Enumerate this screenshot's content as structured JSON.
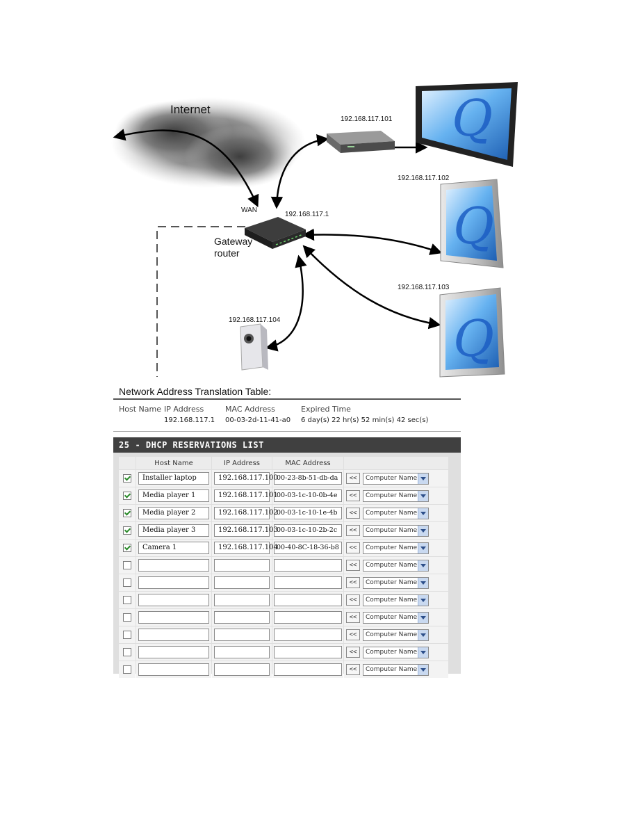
{
  "diagram": {
    "internet_label": "Internet",
    "wan_label": "WAN",
    "router_ip": "192.168.117.1",
    "gateway_label_line1": "Gateway",
    "gateway_label_line2": "router",
    "devices": [
      {
        "ip": "192.168.117.101"
      },
      {
        "ip": "192.168.117.102"
      },
      {
        "ip": "192.168.117.103"
      },
      {
        "ip": "192.168.117.104"
      }
    ],
    "colors": {
      "screen_blue": "#2f7fd6",
      "cloud_gray": "#7a7a7a"
    },
    "icons": [
      "cloud-icon",
      "router-icon",
      "media-player-icon",
      "display-icon",
      "camera-icon"
    ]
  },
  "nat": {
    "title": "Network Address Translation Table:",
    "headers": [
      "Host Name",
      "IP Address",
      "MAC Address",
      "Expired Time"
    ],
    "row": {
      "host": "",
      "ip": "192.168.117.1",
      "mac": "00-03-2d-11-41-a0",
      "expires": "6 day(s) 22 hr(s) 52 min(s) 42 sec(s)"
    }
  },
  "dhcp": {
    "section_number": "25",
    "section_title": "- DHCP RESERVATIONS LIST",
    "columns": [
      "",
      "Host Name",
      "IP Address",
      "MAC Address",
      ""
    ],
    "copy_button_label": "<<",
    "select_value": "Computer Name",
    "rows": [
      {
        "checked": true,
        "host": "Installer laptop",
        "ip": "192.168.117.100",
        "mac": "00-23-8b-51-db-da"
      },
      {
        "checked": true,
        "host": "Media player 1",
        "ip": "192.168.117.101",
        "mac": "00-03-1c-10-0b-4e"
      },
      {
        "checked": true,
        "host": "Media player 2",
        "ip": "192.168.117.102",
        "mac": "00-03-1c-10-1e-4b"
      },
      {
        "checked": true,
        "host": "Media player 3",
        "ip": "192.168.117.103",
        "mac": "00-03-1c-10-2b-2c"
      },
      {
        "checked": true,
        "host": "Camera 1",
        "ip": "192.168.117.104",
        "mac": "00-40-8C-18-36-b8"
      },
      {
        "checked": false,
        "host": "",
        "ip": "",
        "mac": ""
      },
      {
        "checked": false,
        "host": "",
        "ip": "",
        "mac": ""
      },
      {
        "checked": false,
        "host": "",
        "ip": "",
        "mac": ""
      },
      {
        "checked": false,
        "host": "",
        "ip": "",
        "mac": ""
      },
      {
        "checked": false,
        "host": "",
        "ip": "",
        "mac": ""
      },
      {
        "checked": false,
        "host": "",
        "ip": "",
        "mac": ""
      },
      {
        "checked": false,
        "host": "",
        "ip": "",
        "mac": ""
      }
    ]
  }
}
